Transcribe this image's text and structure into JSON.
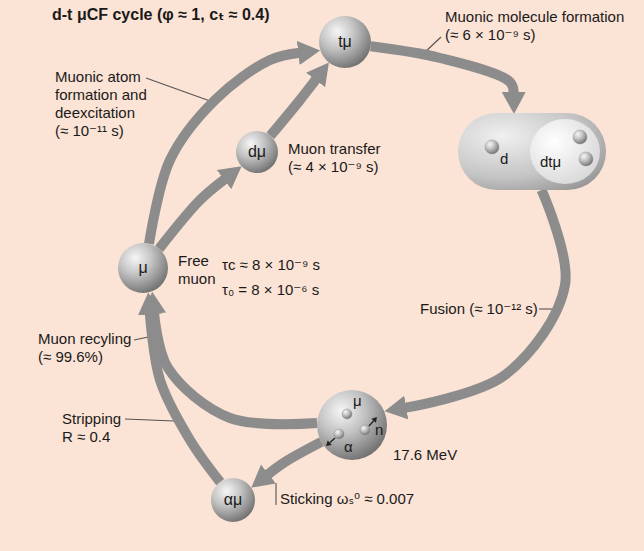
{
  "diagram": {
    "title": "d-t μCF cycle (φ ≈ 1, cₜ ≈ 0.4)",
    "nodes": [
      {
        "text": [
          "μ",
          "Free muon"
        ]
      },
      {
        "text": [
          "dμ"
        ]
      },
      {
        "text": [
          "tμ"
        ]
      },
      {
        "text": [
          "d",
          "dtμ"
        ]
      },
      {
        "text": [
          "μ",
          "n",
          "α",
          "17.6 MeV"
        ]
      },
      {
        "text": [
          "αμ"
        ]
      }
    ],
    "edges": [
      {
        "from": 0,
        "to": 2,
        "arrow": "to",
        "label": "Muonic atom formation and deexcitation (≈ 10⁻¹¹ s)"
      },
      {
        "from": 0,
        "to": 1,
        "arrow": "to"
      },
      {
        "from": 1,
        "to": 2,
        "arrow": "to",
        "label": "Muon transfer (≈ 4 × 10⁻⁹ s)"
      },
      {
        "from": 2,
        "to": 3,
        "arrow": "to",
        "label": "Muonic molecule formation (≈ 6 × 10⁻⁹ s)"
      },
      {
        "from": 3,
        "to": 4,
        "arrow": "to",
        "label": "Fusion (≈ 10⁻¹² s)"
      },
      {
        "from": 4,
        "to": 0,
        "arrow": "to",
        "label": "Muon recyling (≈ 99.6%)"
      },
      {
        "from": 4,
        "to": 5,
        "arrow": "to",
        "label": "Sticking ωₛ⁰ ≈ 0.007"
      },
      {
        "from": 5,
        "to": 0,
        "arrow": "to",
        "label": "Stripping R ≈ 0.4"
      }
    ],
    "labels": [
      "τc ≈ 8 × 10⁻⁹ s",
      "τ₀ = 8 × 10⁻⁶ s"
    ]
  }
}
